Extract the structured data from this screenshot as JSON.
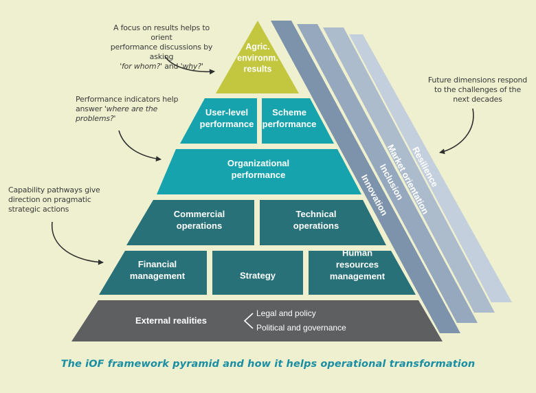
{
  "pyramid": {
    "top": "Agric.\nenvironm.\nresults",
    "row2": [
      "User-level\nperformance",
      "Scheme\nperformance"
    ],
    "row3": "Organizational\nperformance",
    "row4": [
      "Commercial\noperations",
      "Technical\noperations"
    ],
    "row5": [
      "Financial\nmanagement",
      "Strategy",
      "Human\nresources\nmanagement"
    ],
    "base": {
      "label": "External realities",
      "items": [
        "Legal and policy",
        "Political and governance"
      ]
    }
  },
  "dimensions": [
    "Innovation",
    "Inclusion",
    "Market orientation",
    "Resilience"
  ],
  "annotations": {
    "results": {
      "line1": "A focus on results helps to orient",
      "line2": "performance discussions by asking",
      "q1": "'for whom?'",
      "and": " and ",
      "q2": "'why?'"
    },
    "indicators": {
      "line1": "Performance indicators help",
      "line2a": "answer ",
      "q": "'where are the",
      "q2": "problems?'"
    },
    "capability": [
      "Capability pathways give",
      "direction on pragmatic",
      "strategic actions"
    ],
    "future": [
      "Future dimensions respond",
      "to the challenges of the",
      "next decades"
    ]
  },
  "caption": "The iOF framework pyramid and how it helps operational transformation",
  "colors": {
    "background": "#eef0cf",
    "apex": "#c2c73f",
    "cyan": "#17a3ae",
    "teal": "#287178",
    "base": "#5d5f61",
    "bands": [
      "#7d92ab",
      "#96a8bd",
      "#adbccd",
      "#c3cfdc"
    ],
    "caption": "#1a8ea3"
  }
}
